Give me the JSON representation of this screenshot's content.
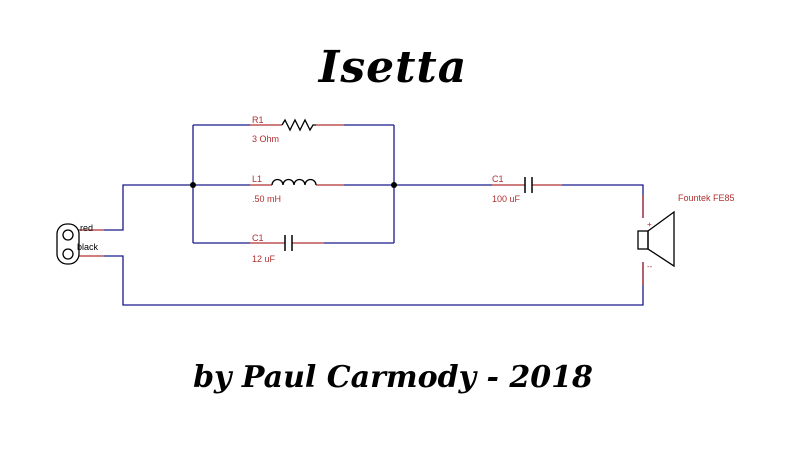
{
  "title": "Isetta",
  "credit": "by Paul Carmody - 2018",
  "colors": {
    "wire": "#1a1a8c",
    "lead": "#b03030",
    "component": "#000000",
    "label": "#b03030"
  },
  "connector": {
    "red_label": "red",
    "black_label": "black"
  },
  "components": {
    "r1": {
      "ref": "R1",
      "value": "3 Ohm"
    },
    "l1": {
      "ref": "L1",
      "value": ".50 mH"
    },
    "c1_parallel": {
      "ref": "C1",
      "value": "12 uF"
    },
    "c1_series": {
      "ref": "C1",
      "value": "100 uF"
    }
  },
  "speaker": {
    "label": "Fountek FE85",
    "plus": "+",
    "minus": "--"
  }
}
